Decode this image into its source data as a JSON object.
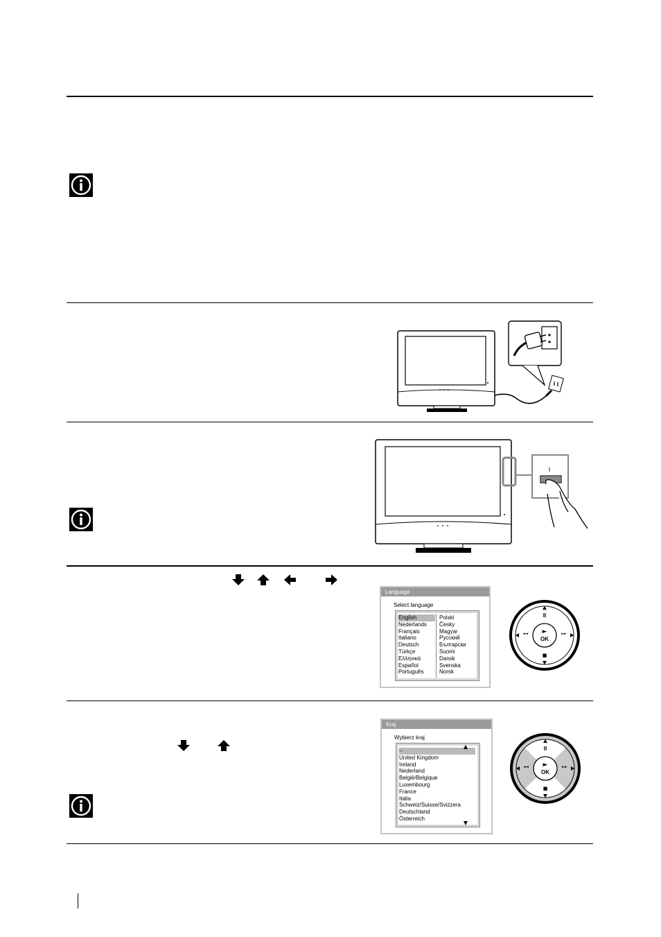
{
  "icons": {
    "info": "info-icon",
    "arrow_down": "arrow-down-icon",
    "arrow_up": "arrow-up-icon",
    "arrow_left": "arrow-left-icon",
    "arrow_right": "arrow-right-icon"
  },
  "language_menu": {
    "title": "Language",
    "subtitle": "Select language",
    "col1": [
      {
        "label": "English",
        "selected": true
      },
      {
        "label": "Nederlands"
      },
      {
        "label": "Français"
      },
      {
        "label": "Italiano"
      },
      {
        "label": "Deutsch"
      },
      {
        "label": "Türkçe"
      },
      {
        "label": "Ελληνικά"
      },
      {
        "label": "Español"
      },
      {
        "label": "Português"
      }
    ],
    "col2": [
      "Polski",
      "Česky",
      "Magyar",
      "Русский",
      "Български",
      "Suomi",
      "Dansk",
      "Svenska",
      "Norsk"
    ]
  },
  "country_menu": {
    "title": "Kraj",
    "subtitle": "Wybierz kraj",
    "items": [
      {
        "label": "–",
        "selected": true
      },
      {
        "label": "United Kingdom"
      },
      {
        "label": "Ireland"
      },
      {
        "label": "Nederland"
      },
      {
        "label": "België/Belgique"
      },
      {
        "label": "Luxembourg"
      },
      {
        "label": "France"
      },
      {
        "label": "Italia"
      },
      {
        "label": "Schweiz/Suisse/Svizzera"
      },
      {
        "label": "Deutschland"
      },
      {
        "label": "Österreich"
      }
    ]
  },
  "remote": {
    "ok_label": "OK",
    "pause_symbol": "II",
    "stop_symbol": "■",
    "rew_symbol": "◄◄",
    "ffw_symbol": "►►",
    "play_symbol": "►"
  },
  "power_switch": {
    "on_mark": "I"
  }
}
